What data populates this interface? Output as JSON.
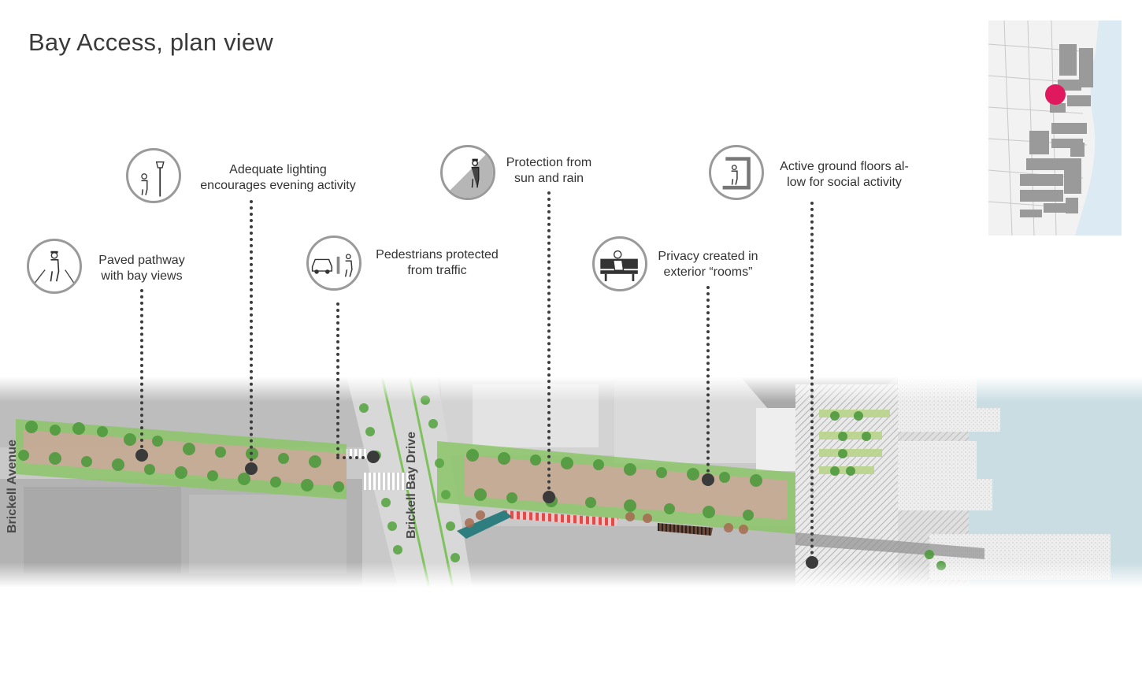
{
  "title": "Bay Access, plan view",
  "features": [
    {
      "id": "paved",
      "label_line1": "Paved pathway",
      "label_line2": "with bay views",
      "icon": "pedestrian-path-icon"
    },
    {
      "id": "lighting",
      "label_line1": "Adequate lighting",
      "label_line2": "encourages evening activity",
      "icon": "street-lamp-icon"
    },
    {
      "id": "traffic",
      "label_line1": "Pedestrians protected",
      "label_line2": "from traffic",
      "icon": "car-barrier-pedestrian-icon"
    },
    {
      "id": "protection",
      "label_line1": "Protection from",
      "label_line2": "sun and rain",
      "icon": "canopy-shelter-icon"
    },
    {
      "id": "privacy",
      "label_line1": "Privacy created in",
      "label_line2": "exterior “rooms”",
      "icon": "bench-person-icon"
    },
    {
      "id": "active",
      "label_line1": "Active ground floors al-",
      "label_line2": "low for social activity",
      "icon": "storefront-person-icon"
    }
  ],
  "streets": {
    "left": "Brickell Avenue",
    "middle": "Brickell Bay Drive"
  },
  "colors": {
    "accent": "#e0195f",
    "leader": "#3c3c3c",
    "icon_ring": "#9a9a9a",
    "water": "#c9dde3",
    "green": "#7fc25d",
    "paving": "#c9a99a"
  }
}
